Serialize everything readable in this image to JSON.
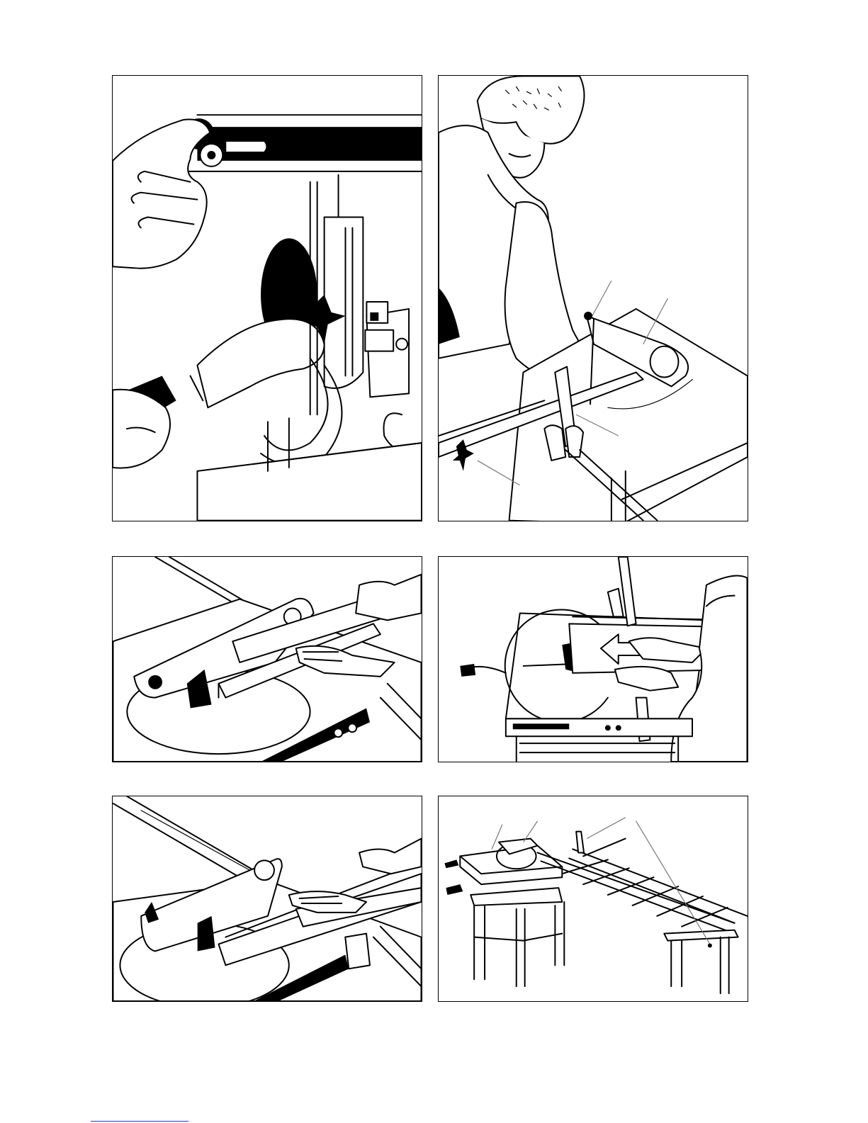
{
  "figures": [
    {
      "id": "fig-1",
      "depicts": "knob-adjustment"
    },
    {
      "id": "fig-2",
      "depicts": "operator-at-saw"
    },
    {
      "id": "fig-3",
      "depicts": "rip-cut-guard"
    },
    {
      "id": "fig-4",
      "depicts": "push-feed"
    },
    {
      "id": "fig-5",
      "depicts": "narrow-rip"
    },
    {
      "id": "fig-6",
      "depicts": "table-extension"
    }
  ],
  "colors": {
    "line": "#000000",
    "leader": "#777777",
    "link": "#1a3fd6"
  }
}
